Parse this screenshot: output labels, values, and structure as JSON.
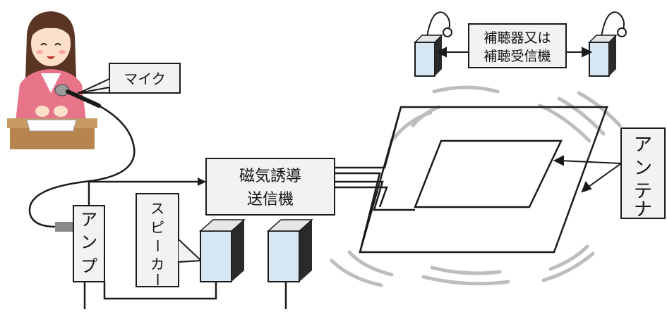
{
  "labels": {
    "mic": "マイク",
    "transmitter_line1": "磁気誘導",
    "transmitter_line2": "送信機",
    "amp": "アンプ",
    "speaker": "スピーカー",
    "antenna": "アンテナ",
    "receiver_line1": "補聴器又は",
    "receiver_line2": "補聴受信機"
  },
  "colors": {
    "line": "#1a1a1a",
    "box_fill": "#f2f2f2",
    "speaker_front": "#d6e7f3",
    "speaker_side": "#2a2a2a",
    "field_wave": "#bdbdbd",
    "desk": "#b5844f",
    "jacket": "#e8748a",
    "hair": "#5a3524",
    "skin": "#fde0c9"
  }
}
